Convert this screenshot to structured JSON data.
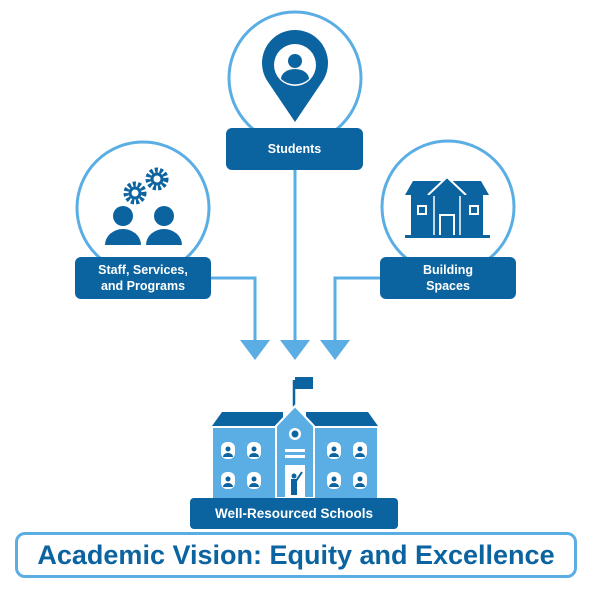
{
  "nodes": {
    "students": {
      "label": "Students",
      "icon": "location-pin-person-icon"
    },
    "staff": {
      "label_line1": "Staff, Services,",
      "label_line2": "and Programs",
      "icon": "people-gears-icon"
    },
    "building": {
      "label_line1": "Building",
      "label_line2": "Spaces",
      "icon": "house-icon"
    }
  },
  "school": {
    "label": "Well-Resourced Schools",
    "icon": "school-building-icon"
  },
  "banner": {
    "title": "Academic Vision: Equity and Excellence"
  },
  "colors": {
    "dark": "#0b64a0",
    "light": "#5aaee3"
  }
}
